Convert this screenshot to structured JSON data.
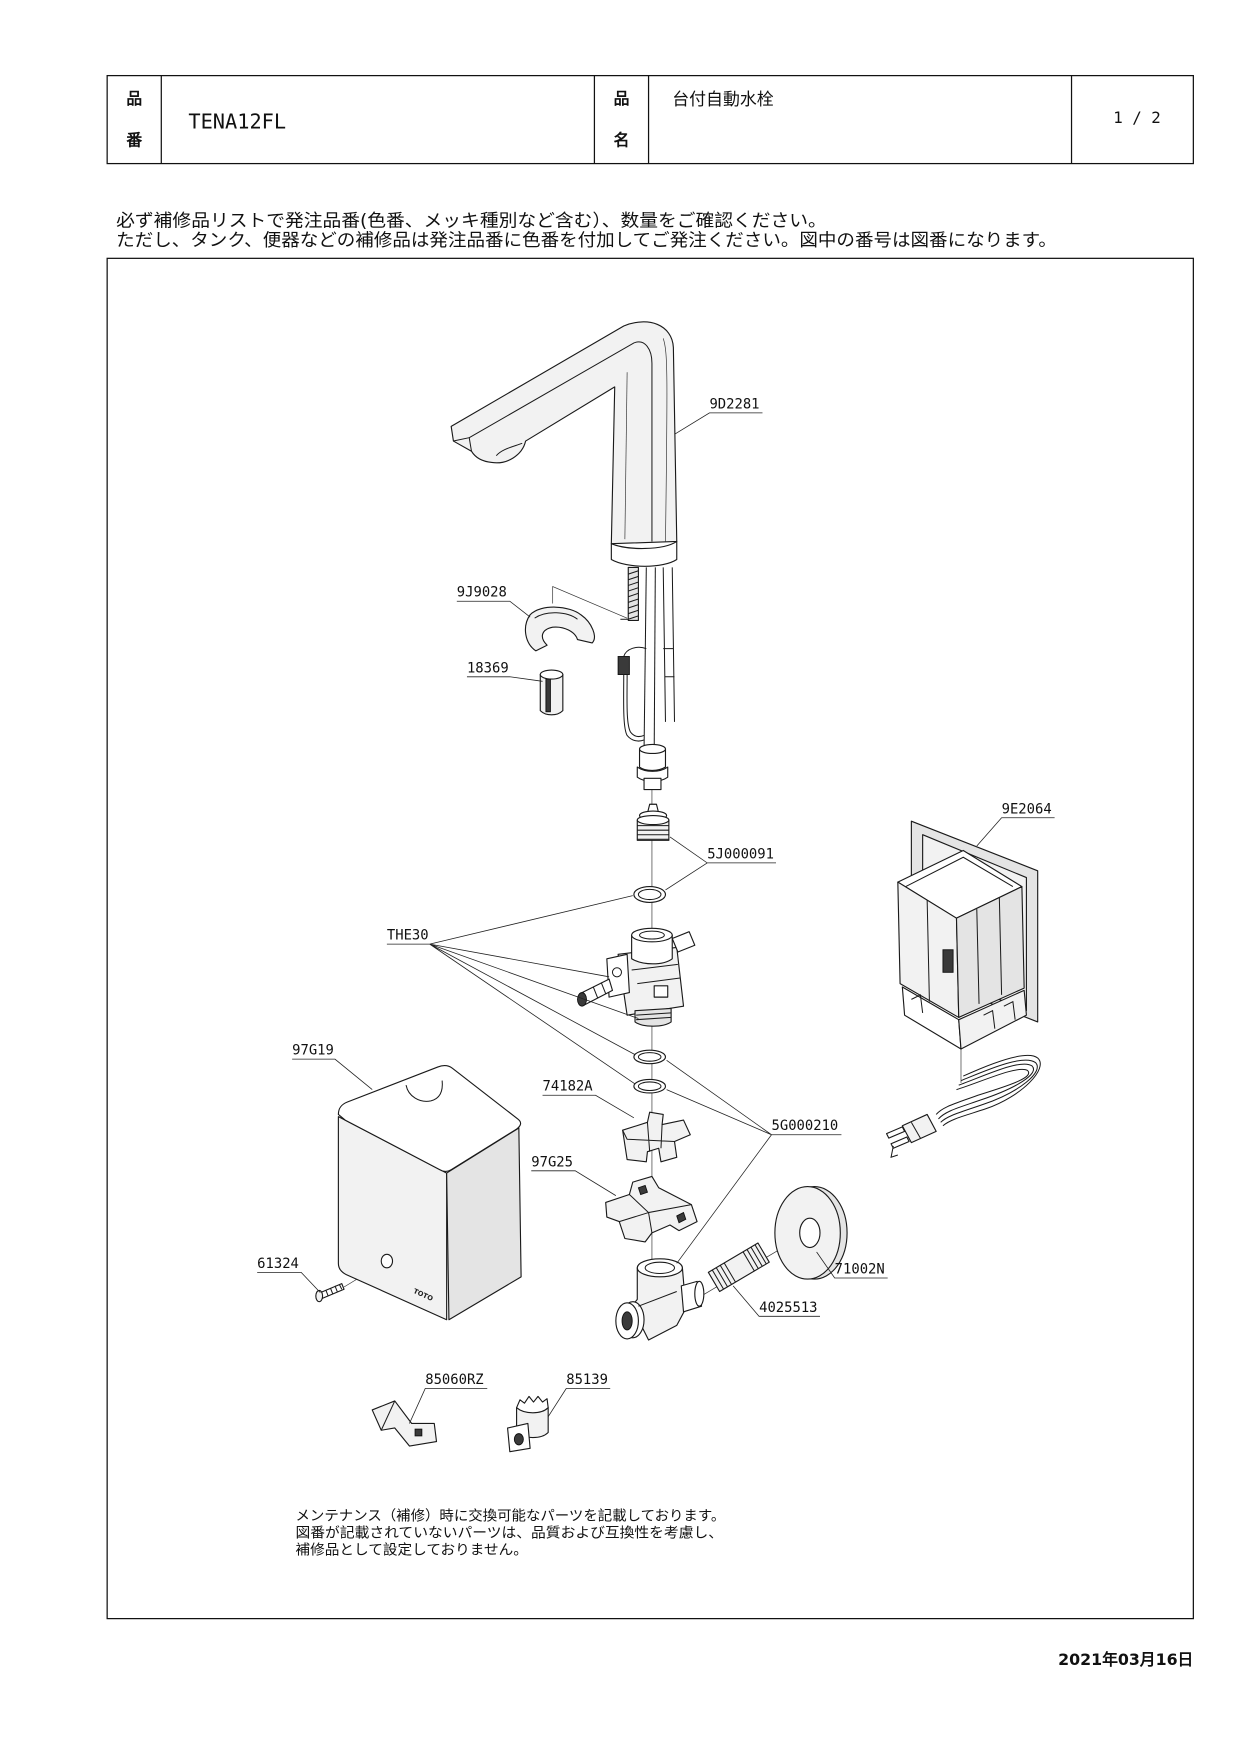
{
  "header": {
    "part_number_label": [
      "品",
      "番"
    ],
    "part_number": "TENA12FL",
    "product_name_label": [
      "品",
      "名"
    ],
    "product_name": "台付自動水栓",
    "page": "1 / 2"
  },
  "notice": [
    "必ず補修品リストで発注品番(色番、メッキ種別など含む）、数量をご確認ください。",
    "ただし、タンク、便器などの補修品は発注品番に色番を付加してご発注ください。図中の番号は図番になります。"
  ],
  "diagram": {
    "part_labels": [
      "9D2281",
      "9J9028",
      "18369",
      "5J000091",
      "THE30",
      "9E2064",
      "97G19",
      "74182A",
      "5G000210",
      "97G25",
      "71002N",
      "61324",
      "4025513",
      "85060RZ",
      "85139"
    ],
    "cover_logo": "TOTO"
  },
  "footnote": [
    "メンテナンス（補修）時に交換可能なパーツを記載しております。",
    "図番が記載されていないパーツは、品質および互換性を考慮し、",
    "補修品として設定しておりません。"
  ],
  "date": "2021年03月16日"
}
